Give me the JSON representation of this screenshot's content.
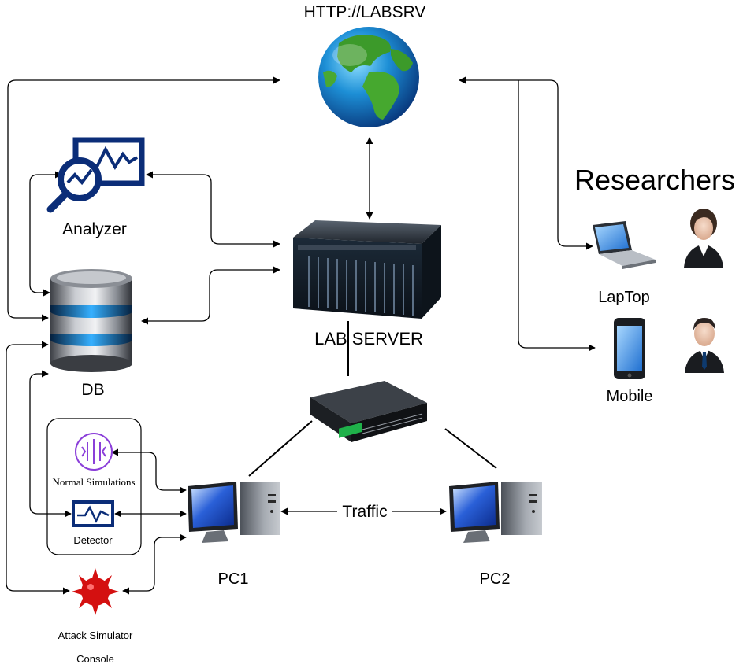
{
  "labels": {
    "internet": "HTTP://LABSRV",
    "researchers": "Researchers",
    "analyzer": "Analyzer",
    "lab_server": "LAB SERVER",
    "db": "DB",
    "laptop": "LapTop",
    "mobile": "Mobile",
    "normal_simulations": "Normal Simulations",
    "detector": "Detector",
    "traffic": "Traffic",
    "pc1": "PC1",
    "pc2": "PC2",
    "attack_line1": "Attack Simulator",
    "attack_line2": "Console"
  },
  "icons": {
    "internet": "globe-icon",
    "analyzer": "monitor-chart-magnifier-icon",
    "lab_server": "rack-server-icon",
    "db": "database-icon",
    "switch": "network-switch-icon",
    "laptop": "laptop-icon",
    "mobile": "smartphone-icon",
    "researcher_female": "female-user-icon",
    "researcher_male": "male-user-icon",
    "normal_simulations": "simulation-icon",
    "detector": "detector-icon",
    "pc1": "desktop-computer-icon",
    "pc2": "desktop-computer-icon",
    "attack_simulator": "virus-icon"
  },
  "colors": {
    "line": "#000000",
    "icon_navy": "#0b2d78",
    "icon_purple": "#8b3fd9",
    "attack_red": "#d41010"
  }
}
